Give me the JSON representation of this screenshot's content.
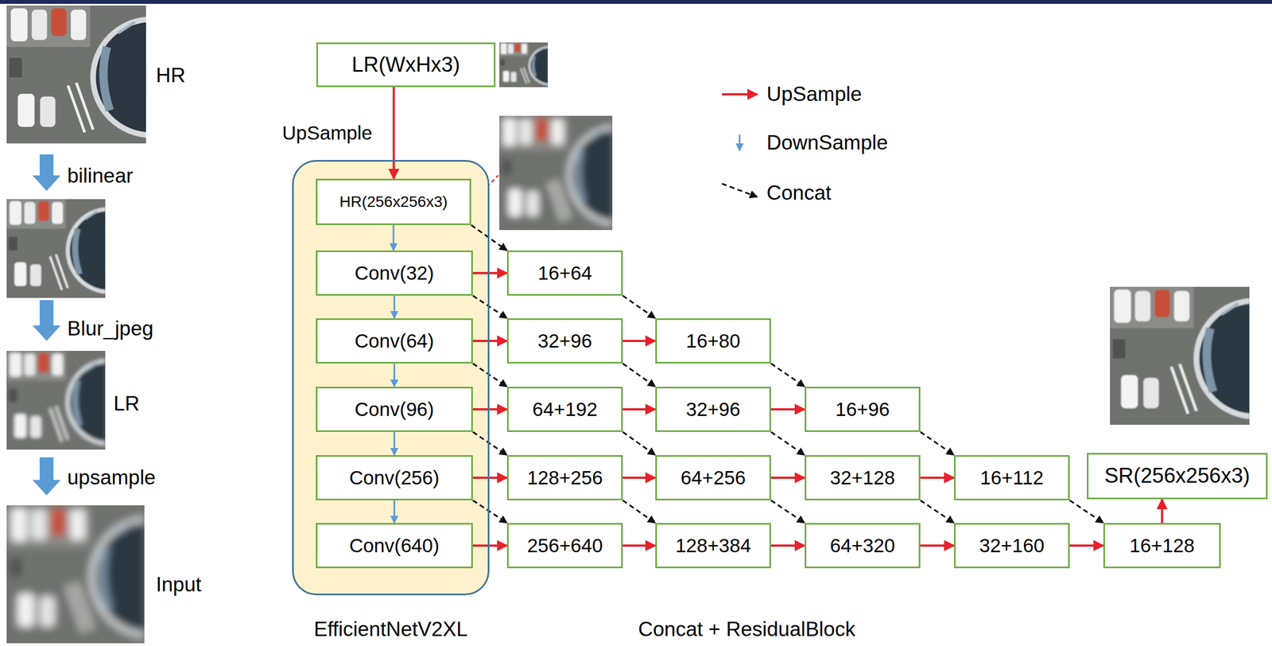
{
  "diagram": {
    "nodes": [
      {
        "text": [
          "LR(WxHx3)"
        ]
      },
      {
        "text": [
          "EfficientNetV2XL"
        ]
      },
      {
        "text": [
          "HR(256x256x3)"
        ],
        "in": 1
      },
      {
        "text": [
          "Conv(32)"
        ],
        "in": 1
      },
      {
        "text": [
          "Conv(64)"
        ],
        "in": 1
      },
      {
        "text": [
          "Conv(96)"
        ],
        "in": 1
      },
      {
        "text": [
          "Conv(256)"
        ],
        "in": 1
      },
      {
        "text": [
          "Conv(640)"
        ],
        "in": 1
      },
      {
        "text": [
          "16+64"
        ]
      },
      {
        "text": [
          "32+96"
        ]
      },
      {
        "text": [
          "64+192"
        ]
      },
      {
        "text": [
          "128+256"
        ]
      },
      {
        "text": [
          "256+640"
        ]
      },
      {
        "text": [
          "16+80"
        ]
      },
      {
        "text": [
          "32+96"
        ]
      },
      {
        "text": [
          "64+256"
        ]
      },
      {
        "text": [
          "128+384"
        ]
      },
      {
        "text": [
          "16+96"
        ]
      },
      {
        "text": [
          "32+128"
        ]
      },
      {
        "text": [
          "64+320"
        ]
      },
      {
        "text": [
          "16+112"
        ]
      },
      {
        "text": [
          "32+160"
        ]
      },
      {
        "text": [
          "16+128"
        ]
      },
      {
        "text": [
          "SR(256x256x3)"
        ]
      }
    ],
    "edges": [
      {
        "from": 0,
        "to": 2,
        "arrow": "to",
        "label": "UpSample"
      },
      {
        "from": 2,
        "to": 3,
        "arrow": "to"
      },
      {
        "from": 3,
        "to": 4,
        "arrow": "to"
      },
      {
        "from": 4,
        "to": 5,
        "arrow": "to"
      },
      {
        "from": 5,
        "to": 6,
        "arrow": "to"
      },
      {
        "from": 6,
        "to": 7,
        "arrow": "to"
      },
      {
        "from": 3,
        "to": 8,
        "arrow": "to"
      },
      {
        "from": 4,
        "to": 9,
        "arrow": "to"
      },
      {
        "from": 5,
        "to": 10,
        "arrow": "to"
      },
      {
        "from": 6,
        "to": 11,
        "arrow": "to"
      },
      {
        "from": 7,
        "to": 12,
        "arrow": "to"
      },
      {
        "from": 2,
        "to": 8,
        "arrow": "to"
      },
      {
        "from": 3,
        "to": 9,
        "arrow": "to"
      },
      {
        "from": 4,
        "to": 10,
        "arrow": "to"
      },
      {
        "from": 5,
        "to": 11,
        "arrow": "to"
      },
      {
        "from": 6,
        "to": 12,
        "arrow": "to"
      },
      {
        "from": 9,
        "to": 13,
        "arrow": "to"
      },
      {
        "from": 10,
        "to": 14,
        "arrow": "to"
      },
      {
        "from": 11,
        "to": 15,
        "arrow": "to"
      },
      {
        "from": 12,
        "to": 16,
        "arrow": "to"
      },
      {
        "from": 8,
        "to": 13,
        "arrow": "to"
      },
      {
        "from": 9,
        "to": 14,
        "arrow": "to"
      },
      {
        "from": 10,
        "to": 15,
        "arrow": "to"
      },
      {
        "from": 11,
        "to": 16,
        "arrow": "to"
      },
      {
        "from": 14,
        "to": 17,
        "arrow": "to"
      },
      {
        "from": 15,
        "to": 18,
        "arrow": "to"
      },
      {
        "from": 16,
        "to": 19,
        "arrow": "to"
      },
      {
        "from": 13,
        "to": 17,
        "arrow": "to"
      },
      {
        "from": 14,
        "to": 18,
        "arrow": "to"
      },
      {
        "from": 15,
        "to": 19,
        "arrow": "to"
      },
      {
        "from": 18,
        "to": 20,
        "arrow": "to"
      },
      {
        "from": 19,
        "to": 21,
        "arrow": "to"
      },
      {
        "from": 17,
        "to": 20,
        "arrow": "to"
      },
      {
        "from": 18,
        "to": 21,
        "arrow": "to"
      },
      {
        "from": 21,
        "to": 22,
        "arrow": "to"
      },
      {
        "from": 20,
        "to": 22,
        "arrow": "to"
      },
      {
        "from": 22,
        "to": 23,
        "arrow": "to"
      }
    ],
    "labels": [
      "HR",
      "bilinear",
      "Blur_jpeg",
      "LR",
      "upsample",
      "Input",
      "Concat + ResidualBlock"
    ],
    "legend": [
      {
        "text": "UpSample"
      },
      {
        "text": "DownSample"
      },
      {
        "text": "Concat"
      }
    ]
  }
}
